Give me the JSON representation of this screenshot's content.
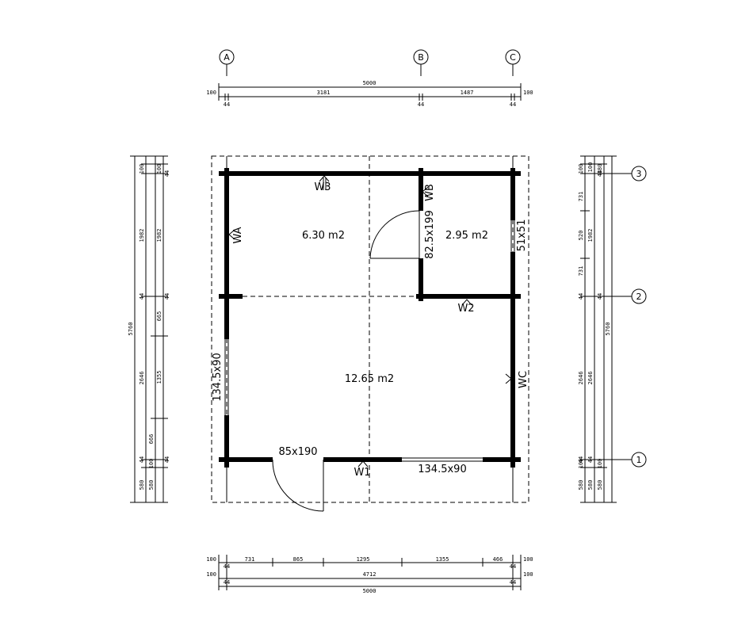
{
  "grid": {
    "columns": [
      "A",
      "B",
      "C"
    ],
    "rows": [
      "3",
      "2",
      "1"
    ]
  },
  "rooms": {
    "room_top_left": "6.30 m2",
    "room_top_right": "2.95 m2",
    "room_main": "12.65 m2"
  },
  "openings": {
    "door_inner": "82.5x199",
    "door_front": "85x190",
    "window_left": "134.5x90",
    "window_bottom": "134.5x90",
    "window_right": "51x51"
  },
  "walls": {
    "w3": "W3",
    "wb": "WB",
    "wa": "WA",
    "w2": "W2",
    "wc": "WC",
    "w1": "W1"
  },
  "dims_top": {
    "total": "5000",
    "seg_ab": "3181",
    "seg_bc": "1487",
    "end_left": "100",
    "end_right": "100",
    "wall_a": "44",
    "wall_b": "44",
    "wall_c": "44"
  },
  "dims_bottom": {
    "row1": [
      "731",
      "865",
      "1295",
      "1355",
      "466"
    ],
    "row1_ends": [
      "100",
      "100"
    ],
    "row2_total": "4712",
    "row2_ends": [
      "100",
      "100"
    ],
    "row3_total": "5000",
    "walls": [
      "44",
      "44",
      "44",
      "44"
    ]
  },
  "dims_left": {
    "total": "5760",
    "outer": [
      "580",
      "2646",
      "1982",
      "100",
      "100"
    ],
    "inner": [
      "580",
      "100",
      "1355",
      "665",
      "1982",
      "100",
      "100"
    ],
    "small": [
      "44",
      "44",
      "666",
      "44",
      "44",
      "44"
    ]
  },
  "dims_right": {
    "total": "5760",
    "outer": [
      "580",
      "2646",
      "1982",
      "100",
      "180"
    ],
    "inner": [
      "580",
      "100",
      "731",
      "520",
      "731",
      "100"
    ],
    "small": [
      "44",
      "44",
      "44",
      "44",
      "44"
    ]
  }
}
